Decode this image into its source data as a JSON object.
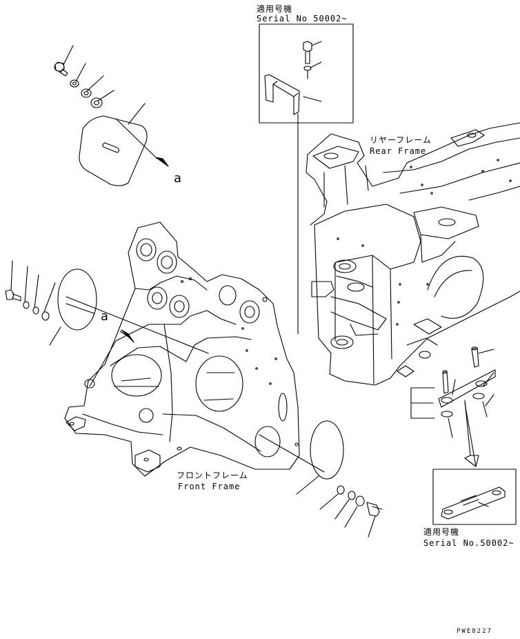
{
  "serial_top": {
    "jp": "適用号機",
    "en": "Serial No 50002~"
  },
  "serial_bottom": {
    "jp": "適用号機",
    "en": "Serial No.50002~"
  },
  "rear_frame": {
    "jp": "リヤーフレーム",
    "en": "Rear Frame"
  },
  "front_frame": {
    "jp": "フロントフレーム",
    "en": "Front Frame"
  },
  "view_label_top": "a",
  "view_label_frame": "a",
  "drawing_number": "PWE8227"
}
